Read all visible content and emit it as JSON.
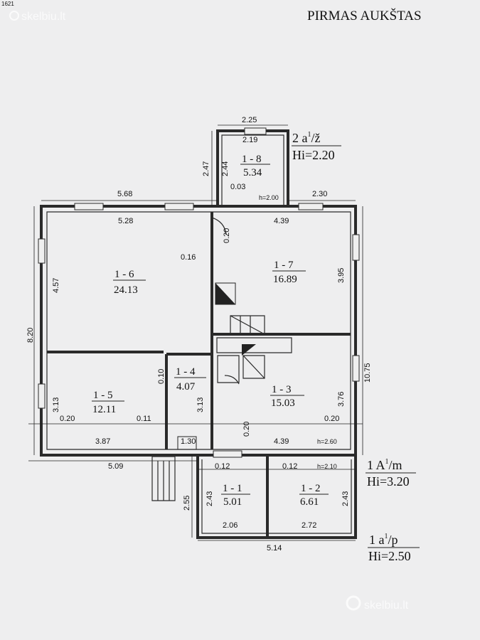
{
  "header": {
    "title": "PIRMAS AUKŠTAS",
    "corner_mark": "1621"
  },
  "watermark": {
    "text": "skelbiu.lt"
  },
  "rooms": [
    {
      "id": "1 - 8",
      "area": "5.34"
    },
    {
      "id": "1 - 7",
      "area": "16.89"
    },
    {
      "id": "1 - 6",
      "area": "24.13"
    },
    {
      "id": "1 - 5",
      "area": "12.11"
    },
    {
      "id": "1 - 4",
      "area": "4.07"
    },
    {
      "id": "1 - 3",
      "area": "15.03"
    },
    {
      "id": "1 - 1",
      "area": "5.01"
    },
    {
      "id": "1 - 2",
      "area": "6.61"
    }
  ],
  "floor_labels": [
    {
      "code": "2 a",
      "sup": "1",
      "suffix": "/ž",
      "height": "Hi=2.20"
    },
    {
      "code": "1 A",
      "sup": "1",
      "suffix": "/m",
      "height": "Hi=3.20"
    },
    {
      "code": "1 a",
      "sup": "1",
      "suffix": "/p",
      "height": "Hi=2.50"
    }
  ],
  "heights": [
    "h=2.00",
    "h=2.60",
    "h=2.10"
  ],
  "dims": {
    "d_2_25": "2.25",
    "d_2_19": "2.19",
    "d_2_47": "2.47",
    "d_2_44": "2.44",
    "d_0_03": "0.03",
    "d_5_68": "5.68",
    "d_2_30": "2.30",
    "d_5_28": "5.28",
    "d_4_39_top": "4.39",
    "d_0_20_a": "0.20",
    "d_0_16": "0.16",
    "d_4_57": "4.57",
    "d_3_95": "3.95",
    "d_8_20": "8.20",
    "d_10_75": "10.75",
    "d_0_10": "0.10",
    "d_3_13_left": "3.13",
    "d_3_13_mid": "3.13",
    "d_3_76": "3.76",
    "d_0_20_b": "0.20",
    "d_0_11": "0.11",
    "d_0_20_c": "0.20",
    "d_0_20_d": "0.20",
    "d_3_87": "3.87",
    "d_1_30": "1.30",
    "d_4_39_bot": "4.39",
    "d_5_09": "5.09",
    "d_0_12_a": "0.12",
    "d_0_12_b": "0.12",
    "d_2_55": "2.55",
    "d_2_43_a": "2.43",
    "d_2_43_b": "2.43",
    "d_2_06": "2.06",
    "d_2_72": "2.72",
    "d_5_14": "5.14"
  }
}
